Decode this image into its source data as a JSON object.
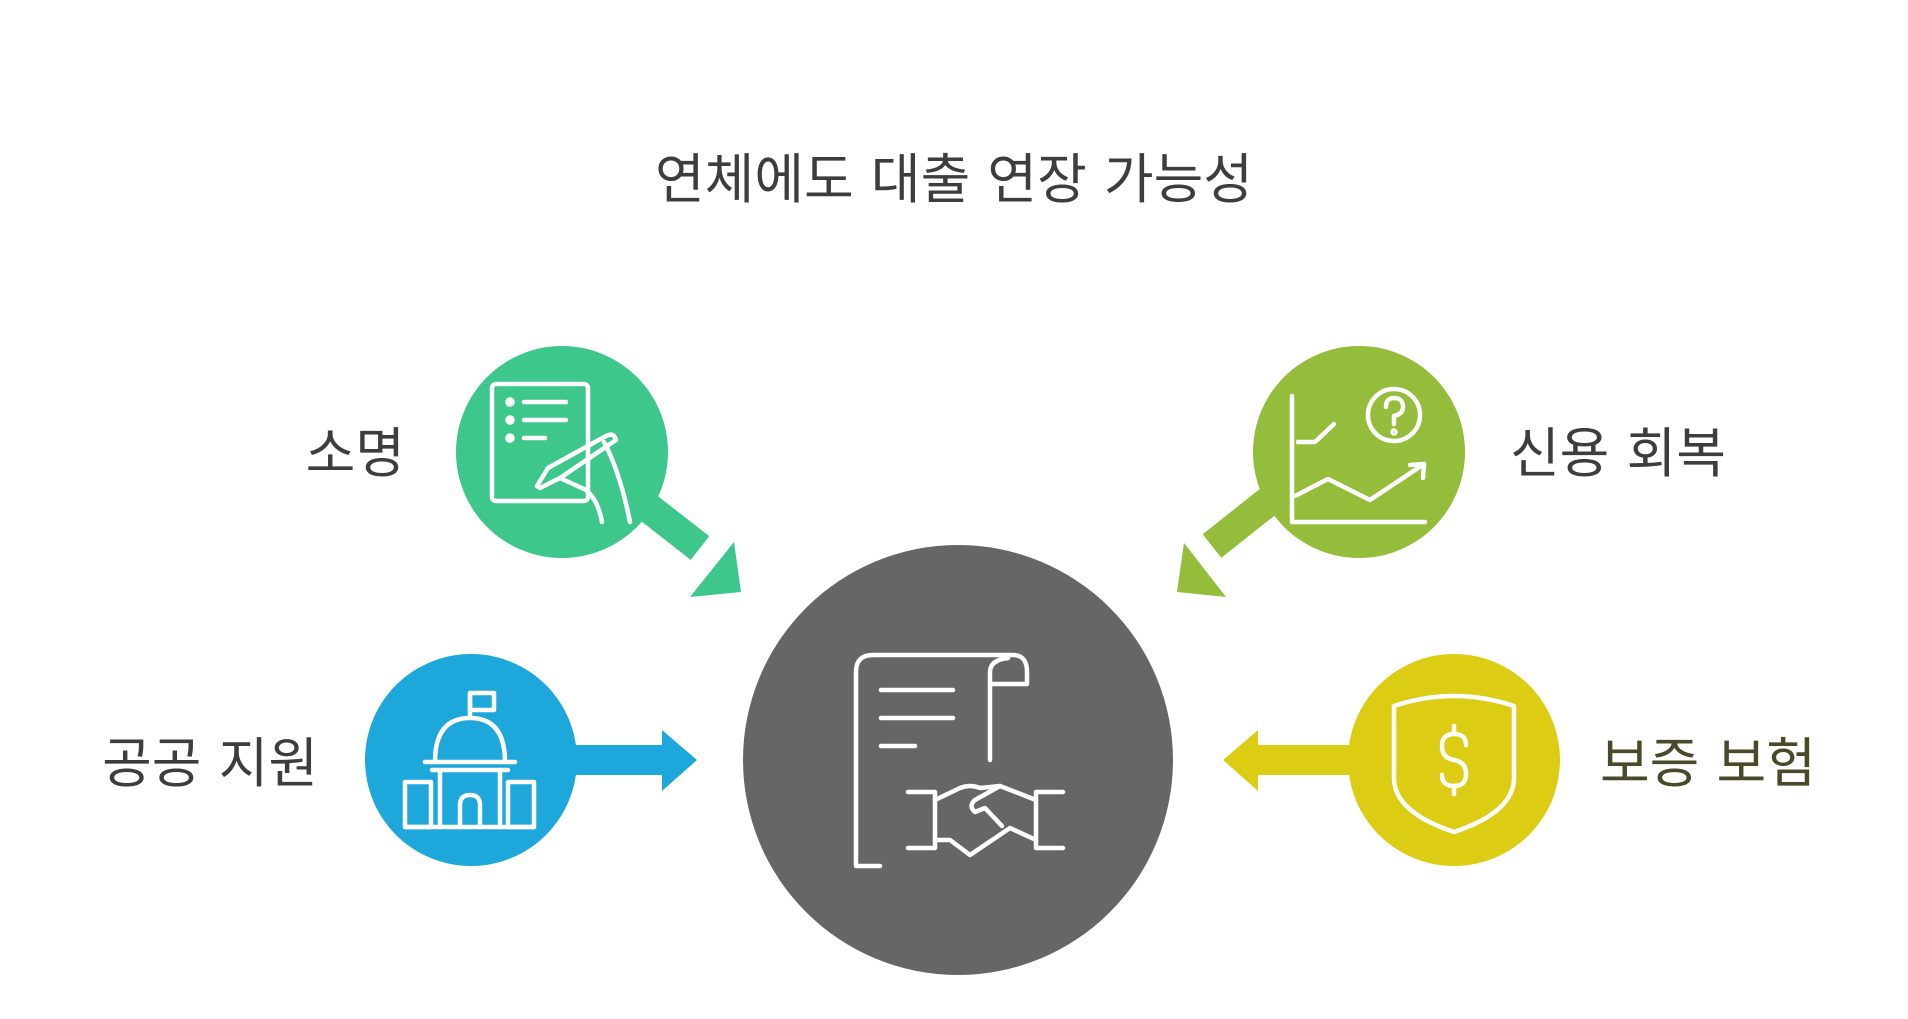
{
  "title": "연체에도 대출 연장 가능성",
  "center": {
    "icon": "document-handshake-icon",
    "color": "#666666"
  },
  "nodes": [
    {
      "id": "explanation",
      "label": "소명",
      "icon": "document-signing-icon",
      "color": "#3ec78a",
      "arrow": "toward-center"
    },
    {
      "id": "credit",
      "label": "신용 회복",
      "icon": "chart-question-icon",
      "color": "#93bd3a",
      "arrow": "toward-center"
    },
    {
      "id": "public",
      "label": "공공 지원",
      "icon": "government-building-icon",
      "color": "#1ea7db",
      "arrow": "toward-center"
    },
    {
      "id": "guarantee",
      "label": "보증 보험",
      "icon": "dollar-shield-icon",
      "color": "#dccd14",
      "arrow": "toward-center"
    }
  ]
}
